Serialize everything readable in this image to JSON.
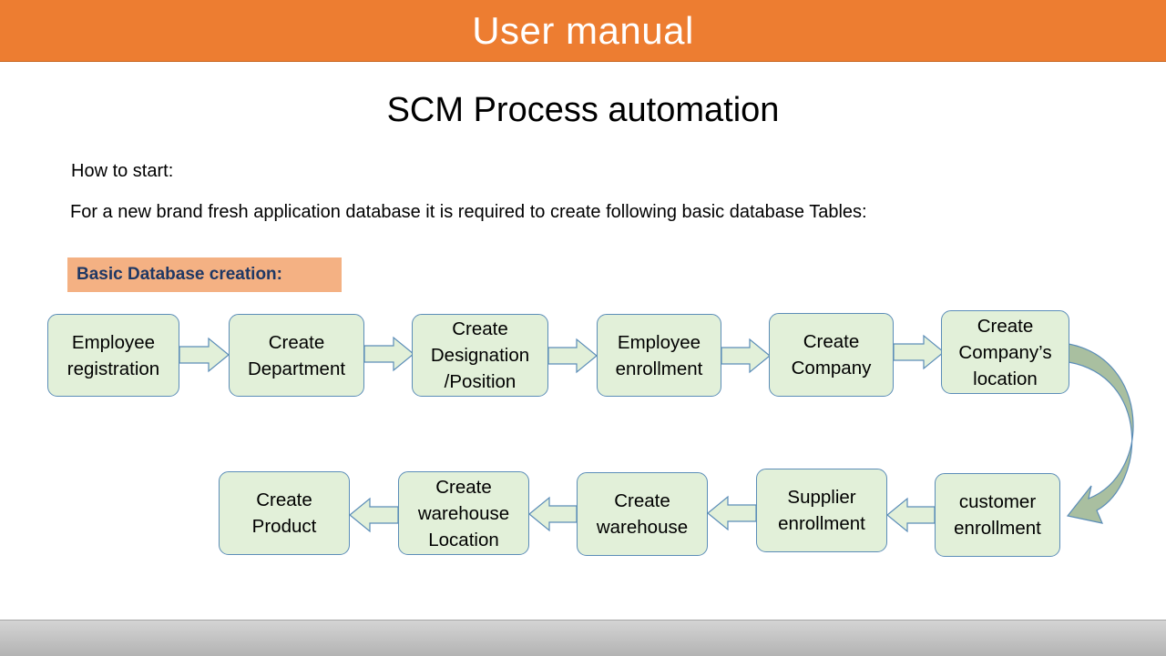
{
  "header": {
    "title": "User manual"
  },
  "slide": {
    "title": "SCM Process automation",
    "intro": "How to start:",
    "description": "For a new brand fresh application database  it is required to create following basic database Tables:",
    "section_label": "Basic Database creation:"
  },
  "flow": {
    "row1": [
      {
        "id": "employee-registration",
        "label": "Employee registration"
      },
      {
        "id": "create-department",
        "label": "Create Department"
      },
      {
        "id": "create-designation",
        "label": "Create Designation /Position"
      },
      {
        "id": "employee-enrollment",
        "label": "Employee enrollment"
      },
      {
        "id": "create-company",
        "label": "Create Company"
      },
      {
        "id": "create-company-location",
        "label": "Create Company’s location"
      }
    ],
    "row2": [
      {
        "id": "customer-enrollment",
        "label": "customer enrollment"
      },
      {
        "id": "supplier-enrollment",
        "label": "Supplier enrollment"
      },
      {
        "id": "create-warehouse",
        "label": "Create warehouse"
      },
      {
        "id": "create-warehouse-location",
        "label": "Create warehouse Location"
      },
      {
        "id": "create-product",
        "label": "Create Product"
      }
    ]
  },
  "colors": {
    "header": "#ED7D31",
    "section_label_bg": "#F4B183",
    "section_label_text": "#1F3864",
    "node_fill": "#E2F0D9",
    "node_border": "#5B8DB8",
    "arrow_fill": "#E2F0D9",
    "curved_arrow_fill": "#A9BFA0"
  }
}
